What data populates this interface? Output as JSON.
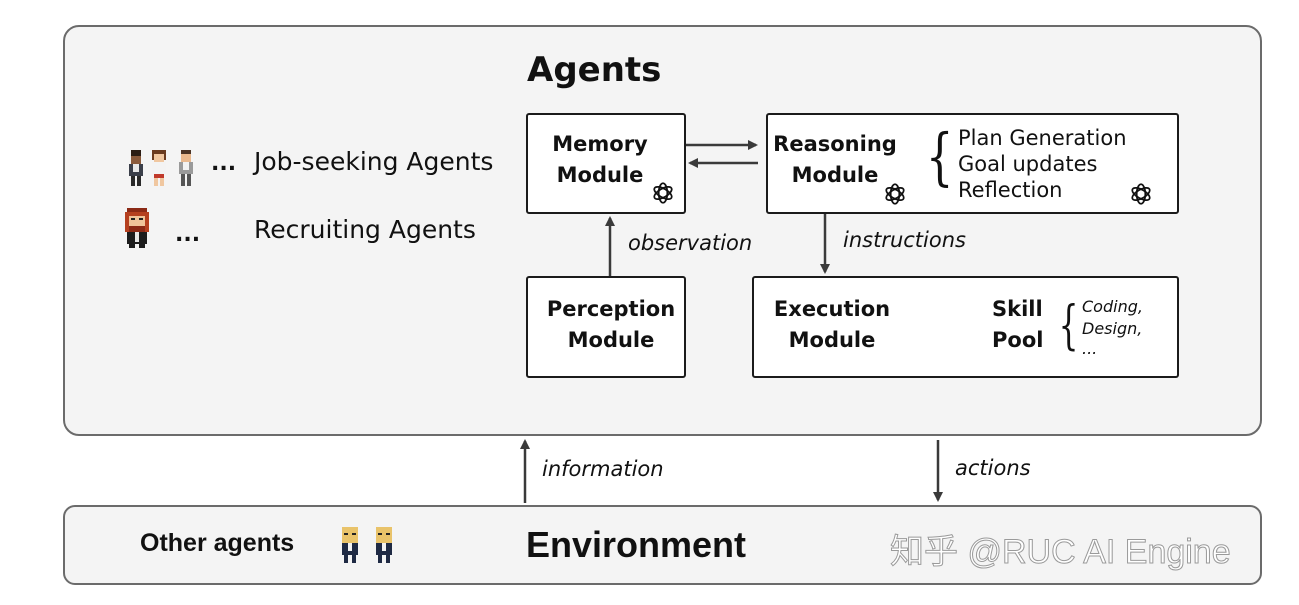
{
  "agents": {
    "title": "Agents",
    "job_seeking_label": "Job-seeking Agents",
    "recruiting_label": "Recruiting Agents",
    "ellipsis": "..."
  },
  "modules": {
    "memory": "Memory\nModule",
    "reasoning": "Reasoning\nModule",
    "perception": "Perception\nModule",
    "execution": "Execution\nModule",
    "reasoning_items": [
      "Plan Generation",
      "Goal updates",
      "Reflection"
    ],
    "skill_pool": "Skill\nPool",
    "skill_items": [
      "Coding,",
      "Design,",
      "..."
    ]
  },
  "edges": {
    "observation": "observation",
    "instructions": "instructions",
    "information": "information",
    "actions": "actions"
  },
  "environment": {
    "title": "Environment",
    "other_agents": "Other agents"
  },
  "watermark": "知乎 @RUC AI Engine",
  "icons": {
    "model_logo": "openai-logo-icon",
    "person": "pixel-person-icon"
  },
  "colors": {
    "panel_bg": "#f4f4f4",
    "panel_border": "#6b6b6b",
    "box_border": "#1b1b1b",
    "arrow": "#3a3a3a"
  }
}
